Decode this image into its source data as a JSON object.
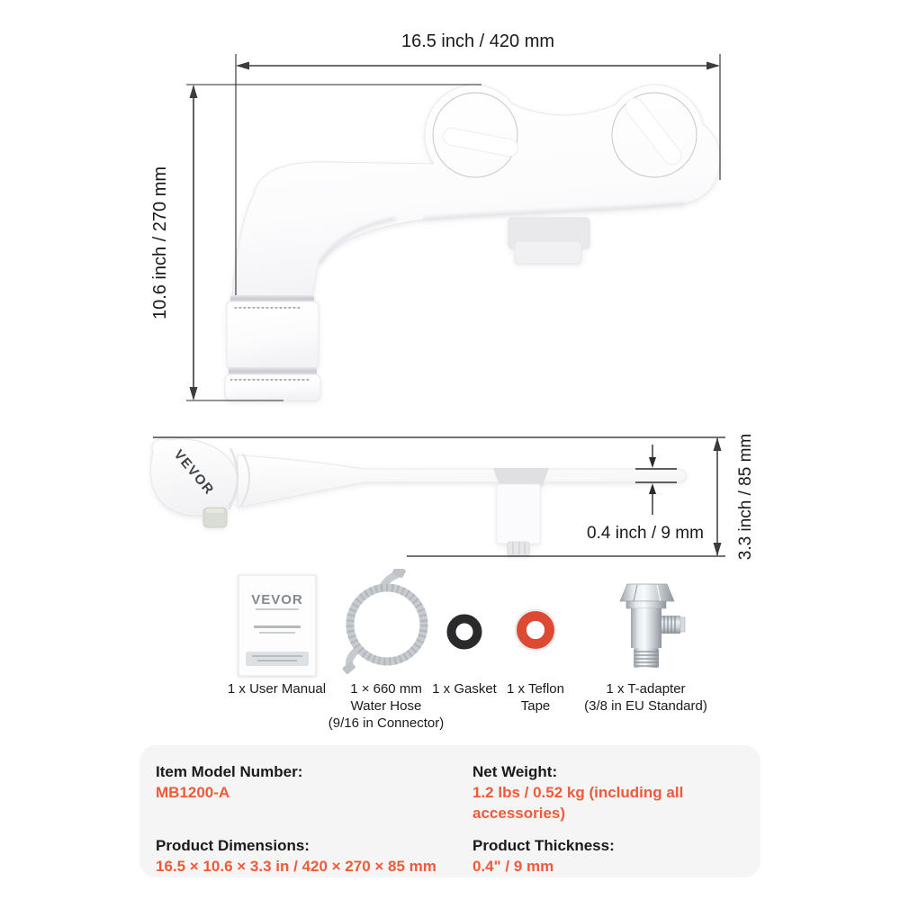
{
  "brand": "VEVOR",
  "dimensions": {
    "top_view": {
      "width": "16.5 inch / 420 mm",
      "height": "10.6 inch / 270 mm"
    },
    "side_view": {
      "height": "3.3 inch / 85 mm",
      "thickness": "0.4 inch / 9 mm"
    }
  },
  "accessories": [
    {
      "lines": [
        "1 x User Manual"
      ]
    },
    {
      "lines": [
        "1 × 660 mm",
        "Water Hose",
        "(9/16 in Connector)"
      ]
    },
    {
      "lines": [
        "1 x Gasket"
      ]
    },
    {
      "lines": [
        "1 x Teflon Tape"
      ]
    },
    {
      "lines": [
        "1 x T-adapter",
        "(3/8 in EU Standard)"
      ]
    }
  ],
  "specs": {
    "model_label": "Item Model Number:",
    "model_value": "MB1200-A",
    "dimensions_label": "Product Dimensions:",
    "dimensions_value": "16.5 × 10.6 × 3.3 in / 420 × 270 × 85 mm",
    "weight_label": "Net Weight:",
    "weight_value": "1.2 lbs / 0.52 kg (including all accessories)",
    "thickness_label": "Product Thickness:",
    "thickness_value": "0.4\" / 9 mm"
  },
  "colors": {
    "accent": "#EE5A3B",
    "panel_bg": "#F5F5F5",
    "text": "#1A1A1A"
  }
}
